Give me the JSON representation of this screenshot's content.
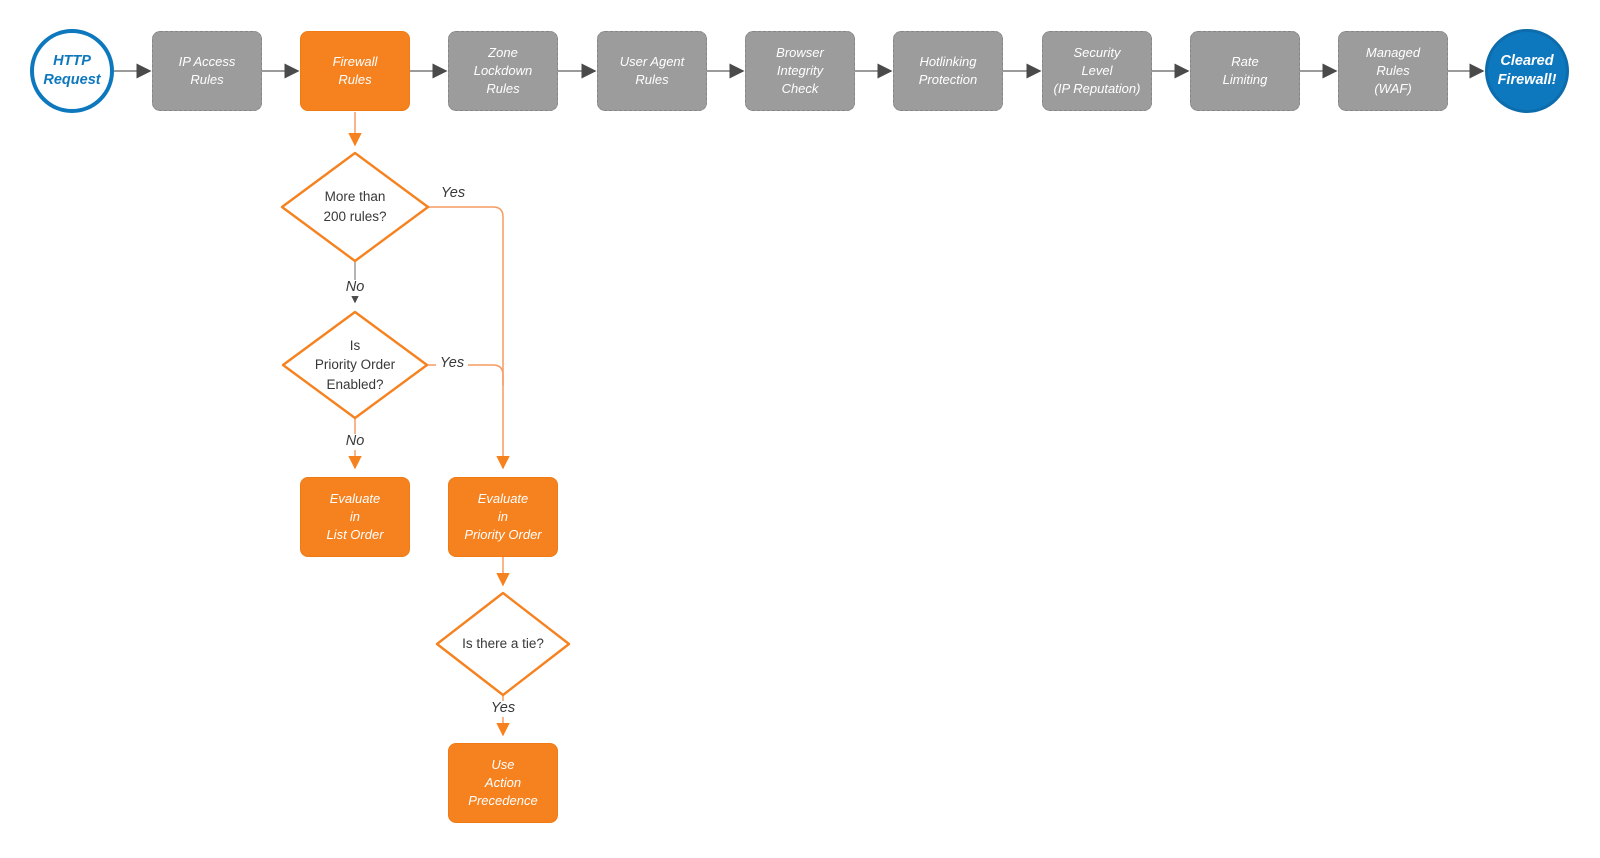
{
  "diagram": {
    "title_semantic": "HTTP request firewall evaluation flowchart",
    "start": {
      "label": "HTTP\nRequest"
    },
    "end": {
      "label": "Cleared\nFirewall!"
    },
    "pipeline": [
      {
        "label": "IP Access\nRules",
        "state": "gray"
      },
      {
        "label": "Firewall\nRules",
        "state": "orange"
      },
      {
        "label": "Zone\nLockdown\nRules",
        "state": "gray"
      },
      {
        "label": "User Agent\nRules",
        "state": "gray"
      },
      {
        "label": "Browser\nIntegrity\nCheck",
        "state": "gray"
      },
      {
        "label": "Hotlinking\nProtection",
        "state": "gray"
      },
      {
        "label": "Security\nLevel\n(IP Reputation)",
        "state": "gray"
      },
      {
        "label": "Rate\nLimiting",
        "state": "gray"
      },
      {
        "label": "Managed\nRules\n(WAF)",
        "state": "gray"
      }
    ],
    "decisions": [
      {
        "label": "More than\n200 rules?"
      },
      {
        "label": "Is\nPriority Order\nEnabled?"
      },
      {
        "label": "Is there a tie?"
      }
    ],
    "actions": [
      {
        "label": "Evaluate\nin\nList Order"
      },
      {
        "label": "Evaluate\nin\nPriority Order"
      },
      {
        "label": "Use\nAction\nPrecedence"
      }
    ],
    "edge_labels": {
      "yes1": "Yes",
      "no1": "No",
      "yes2": "Yes",
      "no2": "No",
      "yes3": "Yes"
    },
    "colors": {
      "orange": "#F6821F",
      "orange_line": "#F59B62",
      "blue": "#0E78BE",
      "gray_fill": "#9C9C9C",
      "gray_border": "#858585",
      "arrow_line_gray": "#7A7A7A",
      "arrow_head_gray": "#4A4A4A",
      "text_dark": "#383838",
      "white": "#FFFFFF"
    }
  }
}
